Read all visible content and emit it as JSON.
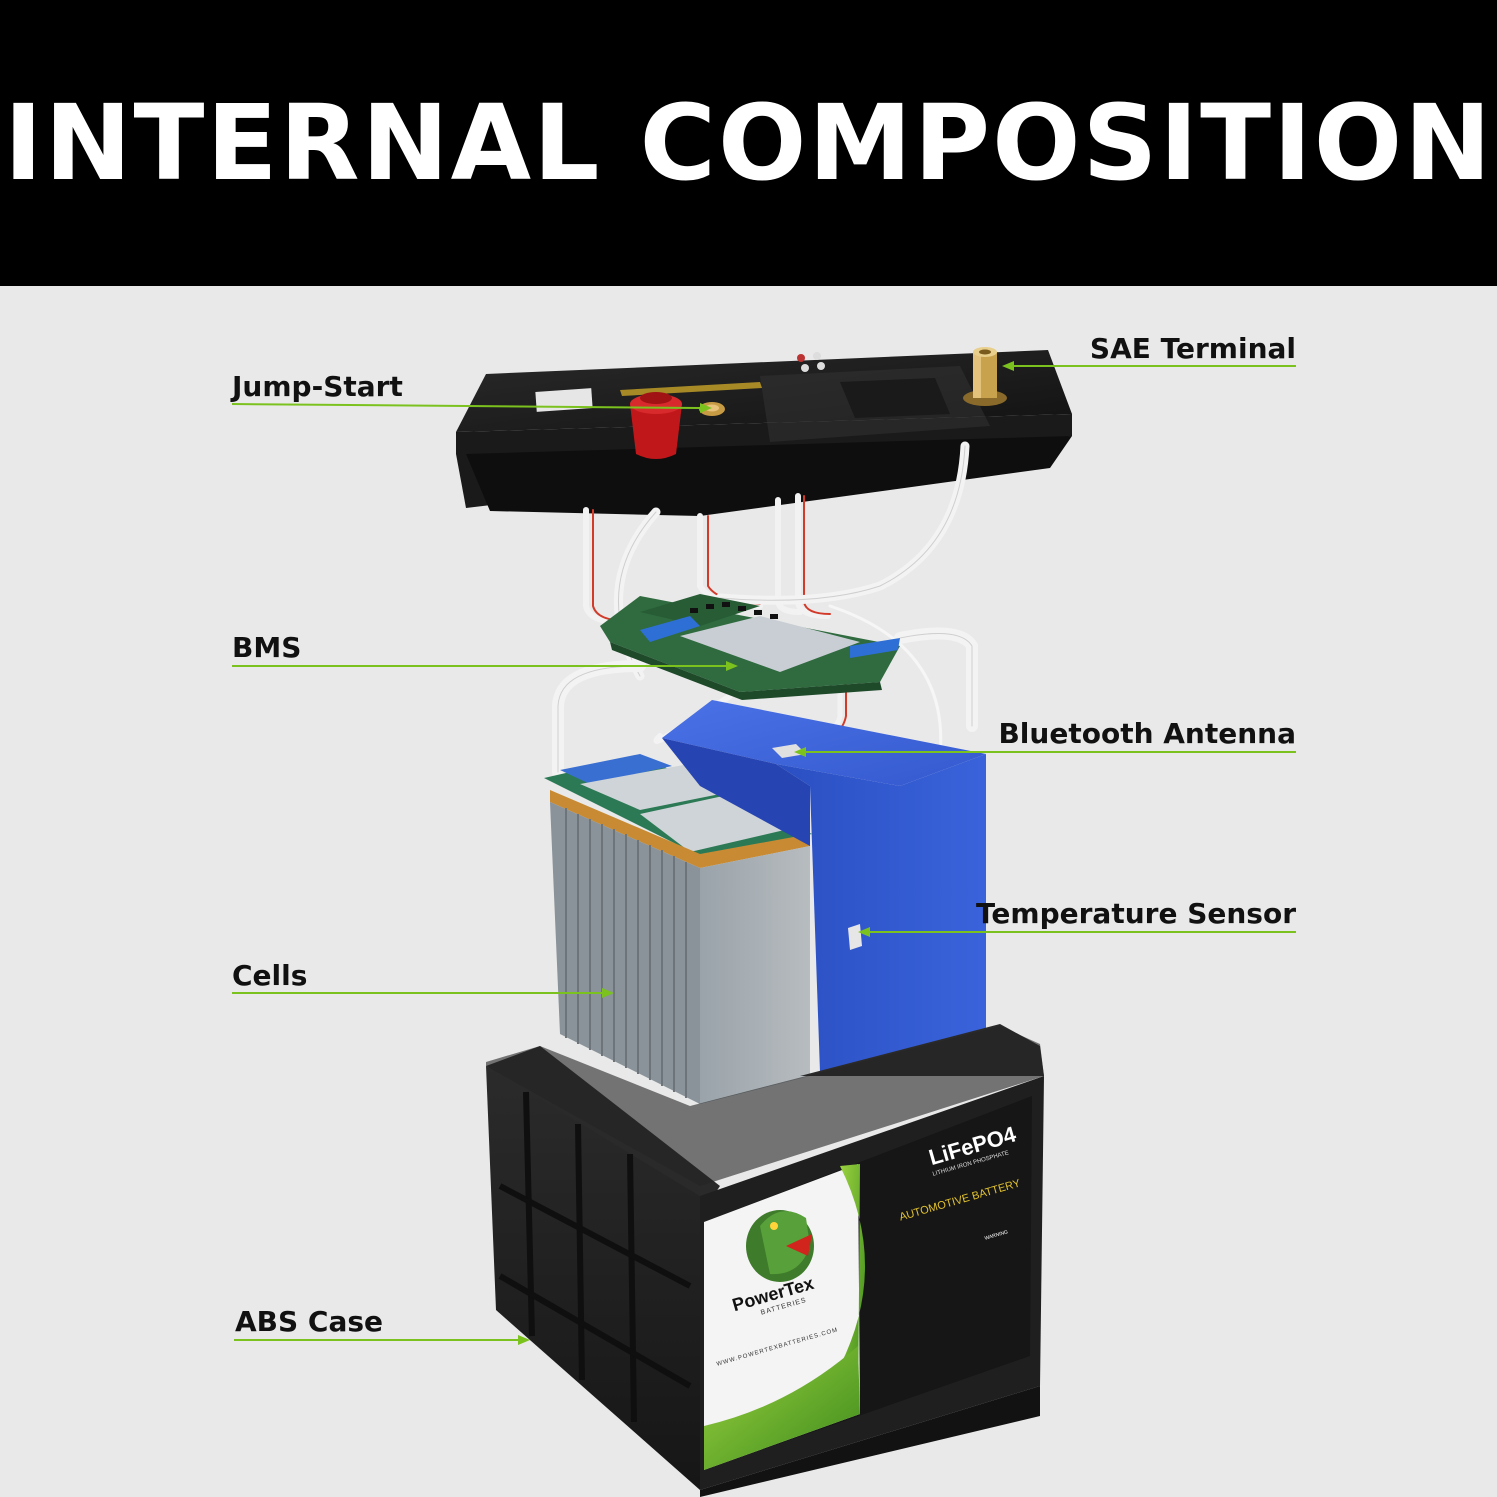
{
  "header": {
    "title": "INTERNAL COMPOSITION"
  },
  "labels": {
    "jump_start": "Jump-Start",
    "sae_terminal": "SAE Terminal",
    "bms": "BMS",
    "bluetooth_antenna": "Bluetooth Antenna",
    "temperature_sensor": "Temperature Sensor",
    "cells": "Cells",
    "abs_case": "ABS Case"
  },
  "product_label": {
    "chemistry": "LiFePO4",
    "chemistry_sub": "LITHIUM IRON PHOSPHATE",
    "type": "AUTOMOTIVE BATTERY",
    "brand": "PowerTex",
    "brand_sub": "BATTERIES",
    "warning_heading": "WARNING",
    "website": "WWW.POWERTEXBATTERIES.COM"
  },
  "colors": {
    "header_bg": "#000000",
    "page_bg": "#e9e9e9",
    "leader_line": "#7cc21f",
    "cell_blue": "#2d55c9",
    "case_black": "#1e1e1e",
    "brand_green": "#6db52f"
  }
}
